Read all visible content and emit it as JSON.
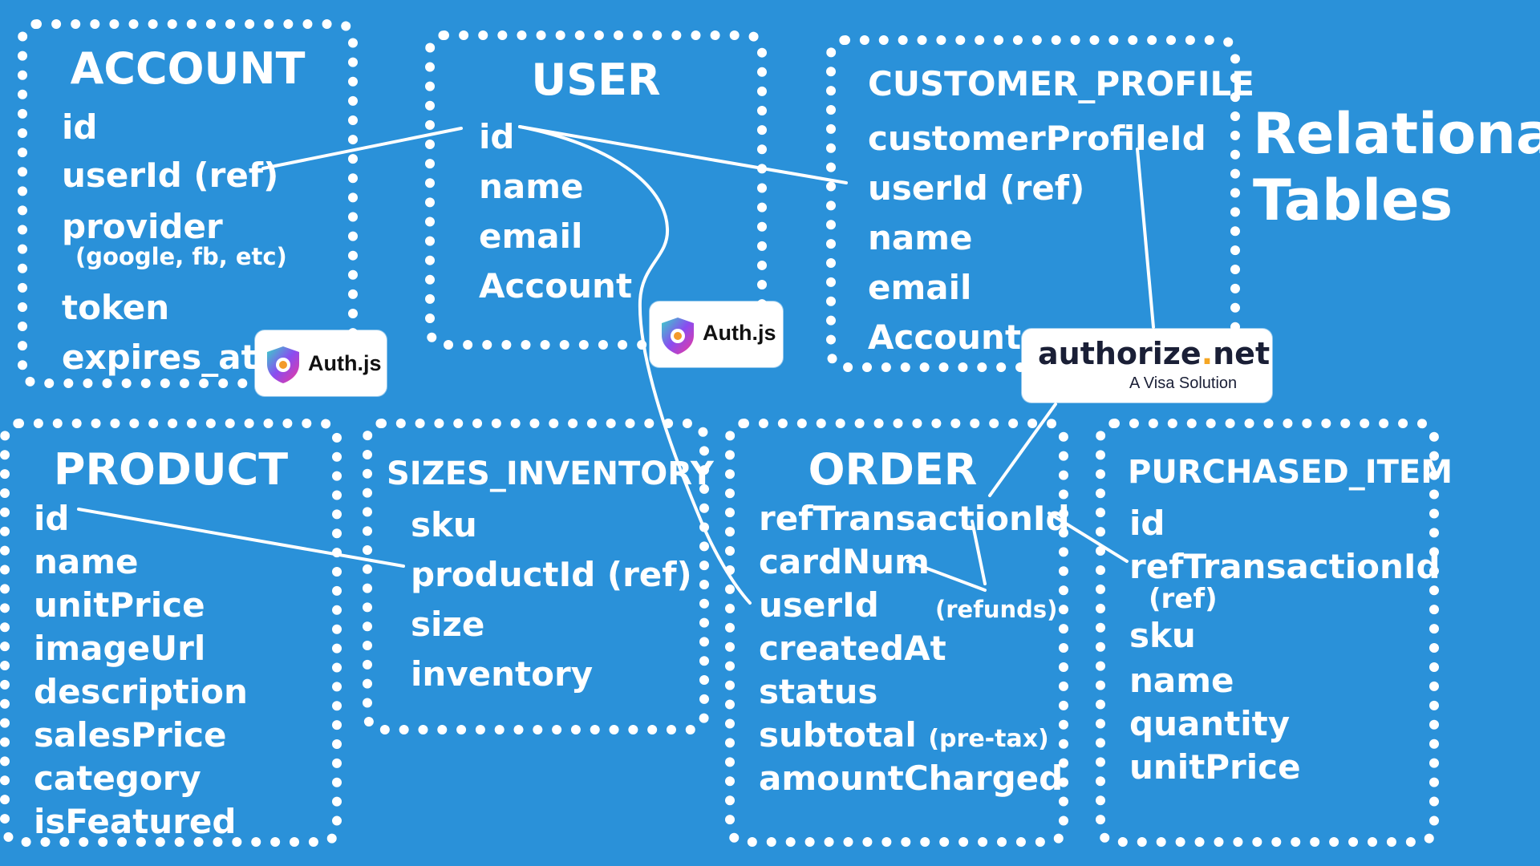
{
  "tables": {
    "account": {
      "title": "ACCOUNT",
      "fields": [
        "id",
        "userId (ref)",
        "provider",
        "token",
        "expires_at"
      ],
      "provider_note": "(google, fb, etc)"
    },
    "user": {
      "title": "USER",
      "fields": [
        "id",
        "name",
        "email",
        "Account"
      ]
    },
    "customer_profile": {
      "title": "CUSTOMER_PROFILE",
      "fields": [
        "customerProfileId",
        "userId (ref)",
        "name",
        "email",
        "Account"
      ]
    },
    "product": {
      "title": "PRODUCT",
      "fields": [
        "id",
        "name",
        "unitPrice",
        "imageUrl",
        "description",
        "salesPrice",
        "category",
        "isFeatured"
      ]
    },
    "sizes_inventory": {
      "title": "SIZES_INVENTORY",
      "fields": [
        "sku",
        "productId (ref)",
        "size",
        "inventory"
      ]
    },
    "order": {
      "title": "ORDER",
      "fields": [
        "refTransactionId",
        "cardNum",
        "userId",
        "createdAt",
        "status",
        "subtotal",
        "amountCharged"
      ],
      "subtotal_note": "(pre-tax)",
      "refunds_note": "(refunds)"
    },
    "purchased_item": {
      "title": "PURCHASED_ITEM",
      "fields": [
        "id",
        "refTransactionId",
        "sku",
        "name",
        "quantity",
        "unitPrice"
      ],
      "ref_note": "(ref)"
    }
  },
  "badges": {
    "authjs_1": "Auth.js",
    "authjs_2": "Auth.js",
    "authorize_net": {
      "name_part1": "authorize",
      "dot": ".",
      "name_part2": "net",
      "tagline": "A Visa Solution",
      "dot_color": "#f5a623"
    }
  },
  "caption": {
    "line1": "Relational",
    "line2": "Tables"
  },
  "colors": {
    "background": "#2a91d9",
    "foreground": "#ffffff"
  }
}
